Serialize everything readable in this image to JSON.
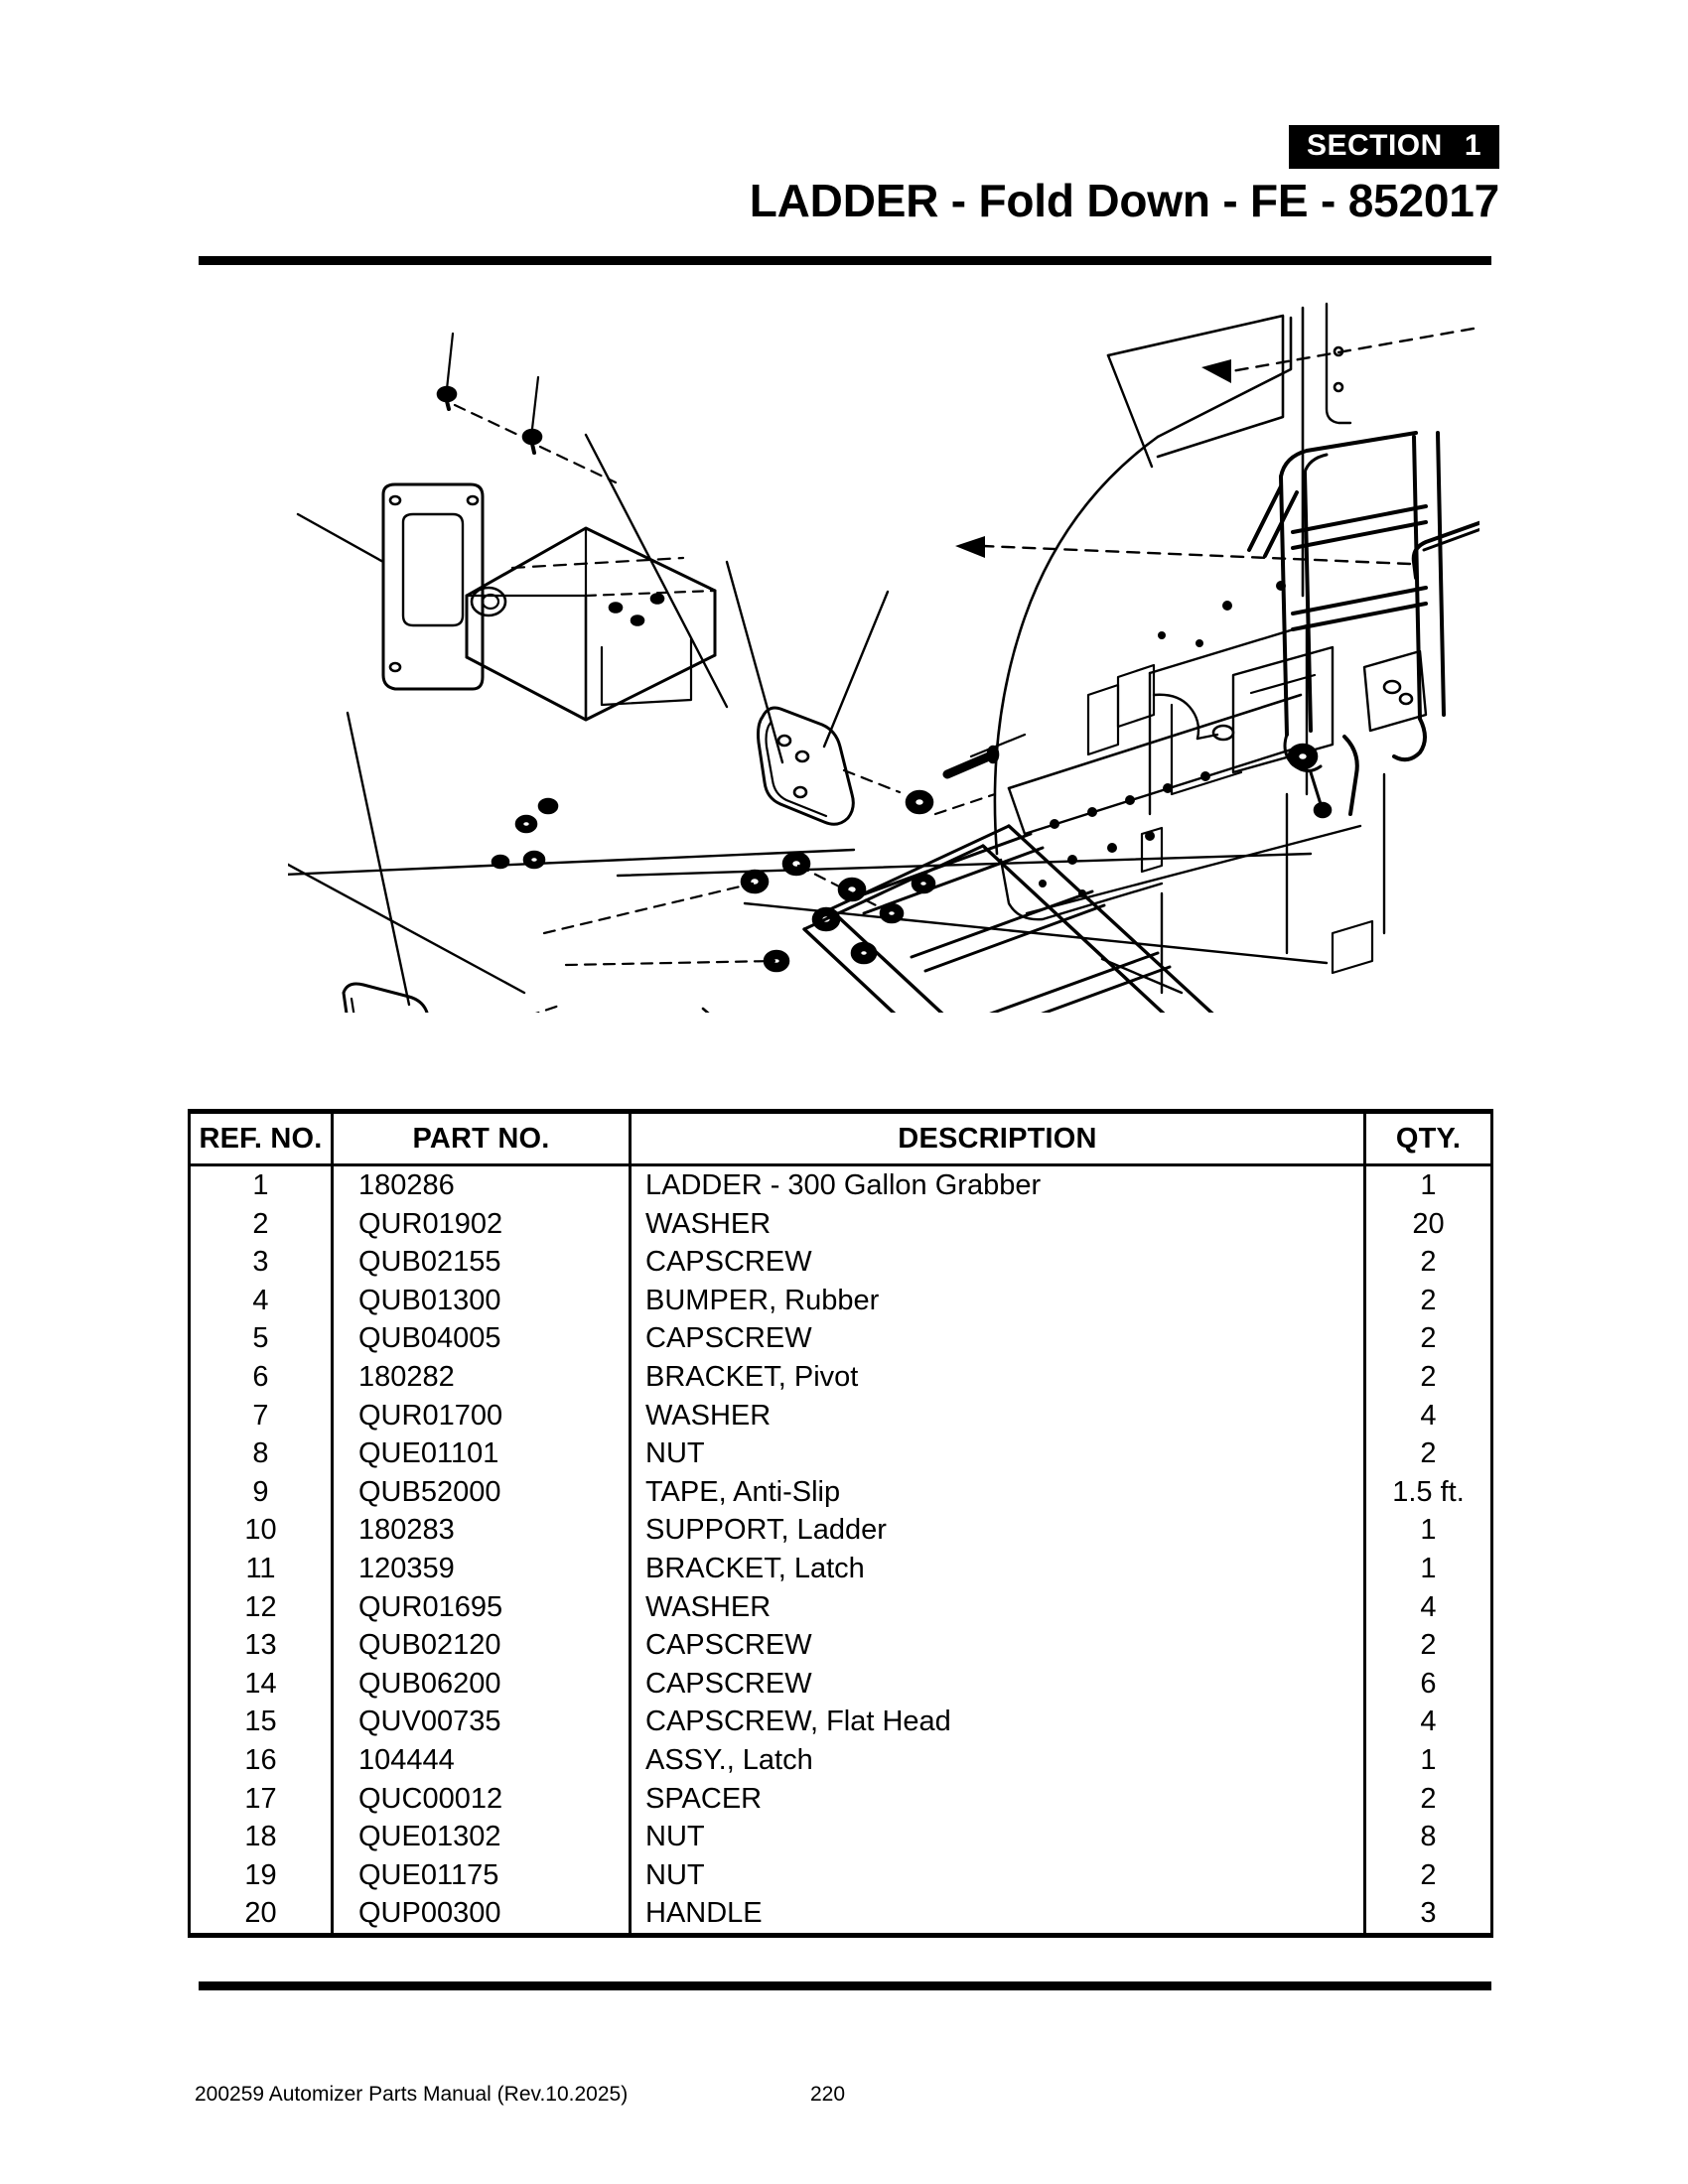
{
  "header": {
    "section_label": "SECTION",
    "section_number": "1",
    "title": "LADDER - Fold Down - FE - 852017"
  },
  "diagram": {
    "name": "exploded-parts-diagram",
    "description": "Exploded isometric assembly view of fold-down ladder with mounting bracket, latch assembly and fasteners; inset view at right shows ladder installed on machine side panel"
  },
  "table": {
    "columns": [
      "REF. NO.",
      "PART NO.",
      "DESCRIPTION",
      "QTY."
    ],
    "rows": [
      {
        "ref": "1",
        "part": "180286",
        "desc": "LADDER - 300 Gallon Grabber",
        "qty": "1"
      },
      {
        "ref": "2",
        "part": "QUR01902",
        "desc": "WASHER",
        "qty": "20"
      },
      {
        "ref": "3",
        "part": "QUB02155",
        "desc": "CAPSCREW",
        "qty": "2"
      },
      {
        "ref": "4",
        "part": "QUB01300",
        "desc": "BUMPER, Rubber",
        "qty": "2"
      },
      {
        "ref": "5",
        "part": "QUB04005",
        "desc": "CAPSCREW",
        "qty": "2"
      },
      {
        "ref": "6",
        "part": "180282",
        "desc": "BRACKET, Pivot",
        "qty": "2"
      },
      {
        "ref": "7",
        "part": "QUR01700",
        "desc": "WASHER",
        "qty": "4"
      },
      {
        "ref": "8",
        "part": "QUE01101",
        "desc": "NUT",
        "qty": "2"
      },
      {
        "ref": "9",
        "part": "QUB52000",
        "desc": "TAPE, Anti-Slip",
        "qty": "1.5 ft."
      },
      {
        "ref": "10",
        "part": "180283",
        "desc": "SUPPORT, Ladder",
        "qty": "1"
      },
      {
        "ref": "11",
        "part": "120359",
        "desc": "BRACKET, Latch",
        "qty": "1"
      },
      {
        "ref": "12",
        "part": "QUR01695",
        "desc": "WASHER",
        "qty": "4"
      },
      {
        "ref": "13",
        "part": "QUB02120",
        "desc": "CAPSCREW",
        "qty": "2"
      },
      {
        "ref": "14",
        "part": "QUB06200",
        "desc": "CAPSCREW",
        "qty": "6"
      },
      {
        "ref": "15",
        "part": "QUV00735",
        "desc": "CAPSCREW, Flat Head",
        "qty": "4"
      },
      {
        "ref": "16",
        "part": "104444",
        "desc": "ASSY., Latch",
        "qty": "1"
      },
      {
        "ref": "17",
        "part": "QUC00012",
        "desc": "SPACER",
        "qty": "2"
      },
      {
        "ref": "18",
        "part": "QUE01302",
        "desc": "NUT",
        "qty": "8"
      },
      {
        "ref": "19",
        "part": "QUE01175",
        "desc": "NUT",
        "qty": "2"
      },
      {
        "ref": "20",
        "part": "QUP00300",
        "desc": "HANDLE",
        "qty": "3"
      }
    ]
  },
  "footer": {
    "document": "200259 Automizer Parts Manual (Rev.10.2025)",
    "page_number": "220"
  },
  "colors": {
    "ink": "#000000",
    "paper": "#ffffff"
  }
}
